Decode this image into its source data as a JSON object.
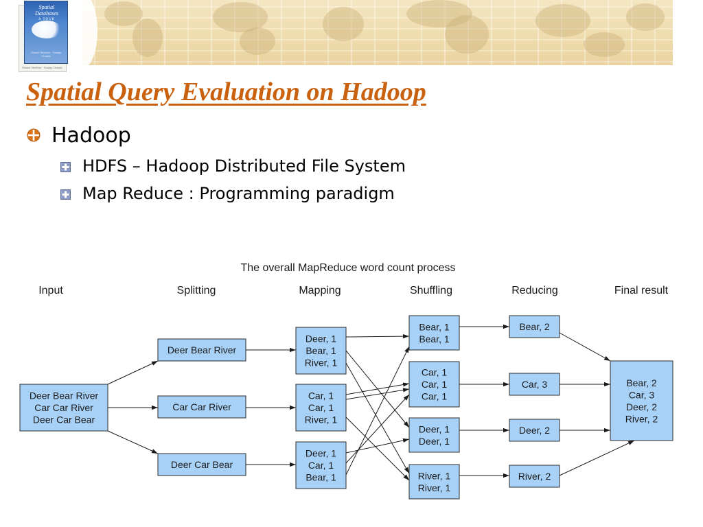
{
  "book": {
    "title": "Spatial Databases",
    "subtitle": "A TOUR",
    "authors": "Shashi Shekhar · Sanjay Chawla"
  },
  "slide": {
    "title": "Spatial Query Evaluation on Hadoop",
    "bullets": [
      {
        "level": 1,
        "text": "Hadoop"
      },
      {
        "level": 2,
        "text": "HDFS – Hadoop Distributed File System"
      },
      {
        "level": 2,
        "text": "Map Reduce : Programming paradigm"
      }
    ]
  },
  "colors": {
    "title": "#c9610f",
    "box_fill": "#a8d1f7",
    "bullet_orange": "#d9731c",
    "banner": "#efdcae"
  },
  "diagram": {
    "caption": "The overall MapReduce word count process",
    "stages": [
      "Input",
      "Splitting",
      "Mapping",
      "Shuffling",
      "Reducing",
      "Final result"
    ],
    "input": [
      "Deer Bear River",
      "Car Car River",
      "Deer Car Bear"
    ],
    "splits": [
      "Deer Bear River",
      "Car Car River",
      "Deer Car Bear"
    ],
    "mapping": [
      [
        "Deer, 1",
        "Bear, 1",
        "River, 1"
      ],
      [
        "Car, 1",
        "Car, 1",
        "River, 1"
      ],
      [
        "Deer, 1",
        "Car, 1",
        "Bear, 1"
      ]
    ],
    "shuffling": [
      [
        "Bear, 1",
        "Bear, 1"
      ],
      [
        "Car, 1",
        "Car, 1",
        "Car, 1"
      ],
      [
        "Deer, 1",
        "Deer, 1"
      ],
      [
        "River, 1",
        "River, 1"
      ]
    ],
    "reducing": [
      "Bear, 2",
      "Car, 3",
      "Deer, 2",
      "River, 2"
    ],
    "final": [
      "Bear, 2",
      "Car, 3",
      "Deer, 2",
      "River, 2"
    ]
  }
}
